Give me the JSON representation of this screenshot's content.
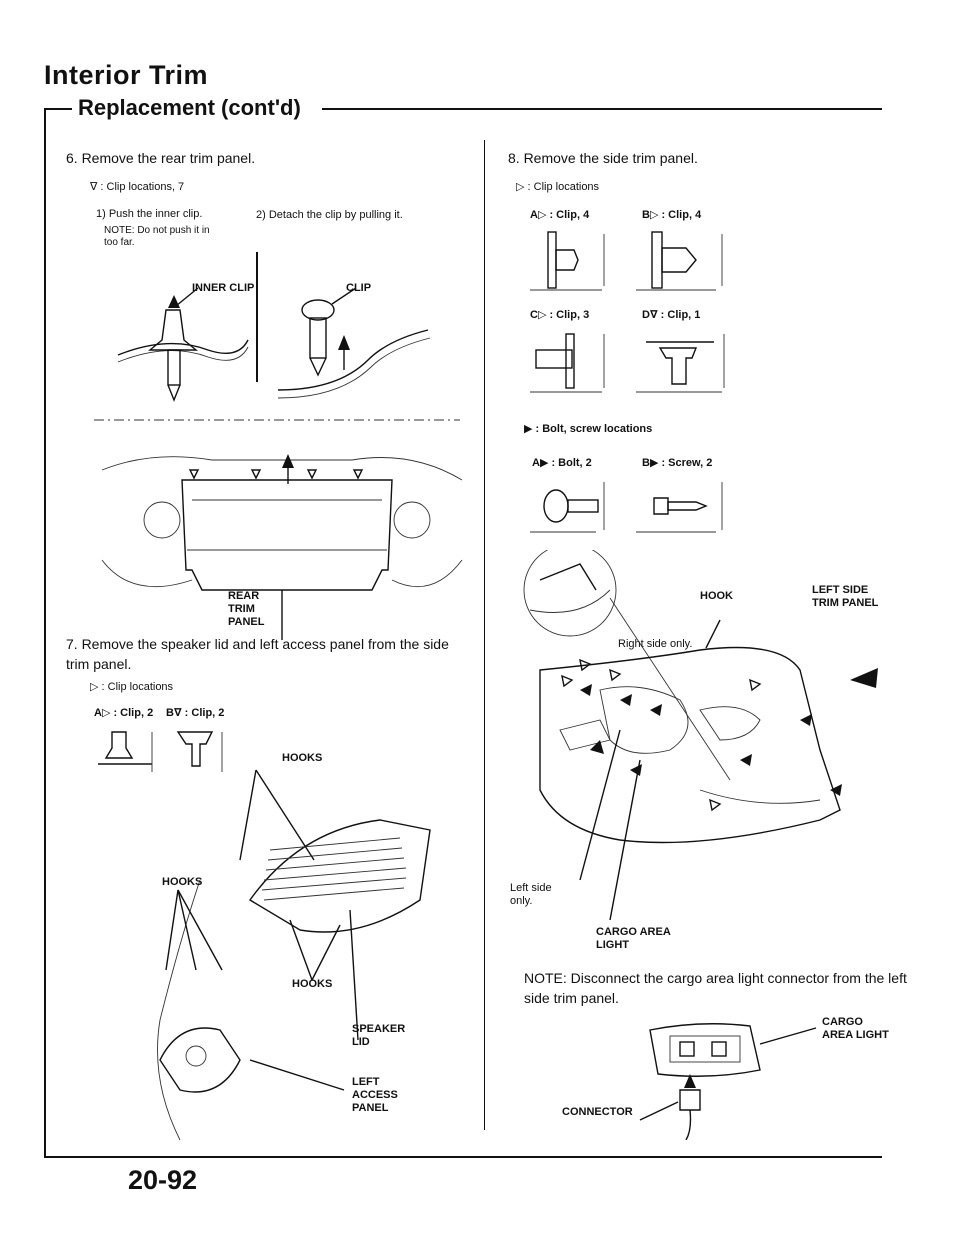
{
  "header": {
    "title": "Interior Trim",
    "subtitle": "Replacement (cont'd)"
  },
  "step6": {
    "text": "6.  Remove the rear trim panel.",
    "legend": "∇ : Clip locations, 7",
    "instr1": "1) Push the inner clip.",
    "note1": "NOTE: Do not push it in too far.",
    "instr2": "2) Detach the clip by pulling it.",
    "label_inner_clip": "INNER CLIP",
    "label_clip": "CLIP",
    "label_panel": "REAR TRIM PANEL"
  },
  "step7": {
    "text": "7.  Remove the speaker lid and left access panel from the side trim panel.",
    "legend": "▷ : Clip locations",
    "clipA": "A▷ : Clip, 2",
    "clipB": "B∇ : Clip, 2",
    "label_hooks_1": "HOOKS",
    "label_hooks_2": "HOOKS",
    "label_hooks_3": "HOOKS",
    "label_speaker_lid": "SPEAKER LID",
    "label_access_panel": "LEFT ACCESS PANEL"
  },
  "step8": {
    "text": "8.  Remove the side trim panel.",
    "legend_clips": "▷ : Clip locations",
    "clipA": "A▷ : Clip, 4",
    "clipB": "B▷ : Clip, 4",
    "clipC": "C▷ : Clip, 3",
    "clipD": "D∇ : Clip, 1",
    "legend_bolts": "▶ : Bolt, screw locations",
    "boltA": "A▶ : Bolt, 2",
    "screwB": "B▶ : Screw, 2",
    "label_hook": "HOOK",
    "label_side_panel": "LEFT SIDE TRIM PANEL",
    "label_right_only": "Right side only.",
    "label_left_only": "Left side only.",
    "label_cargo_light": "CARGO AREA LIGHT",
    "note": "NOTE: Disconnect the cargo area light connector from the left side trim panel.",
    "label_cargo_light_2": "CARGO AREA LIGHT",
    "label_connector": "CONNECTOR"
  },
  "footer": {
    "page_number": "20-92"
  }
}
